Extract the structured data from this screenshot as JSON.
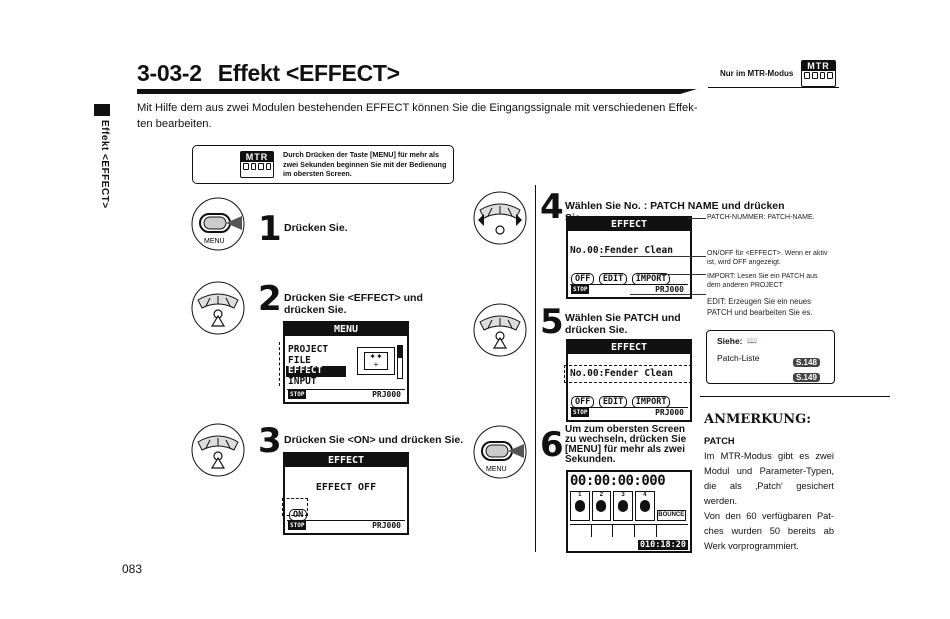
{
  "header": {
    "section_number": "3-03-2",
    "section_title": "Effekt <EFFECT>",
    "mode_label": "Nur im MTR-Modus",
    "mtr_badge": "MTR"
  },
  "sidebar": {
    "label": "Effekt <EFFECT>"
  },
  "intro": "Mit Hilfe dem aus zwei Modulen bestehenden EFFECT können Sie die Eingangssignale mit verschiedenen Effek-ten bearbeiten.",
  "note": {
    "badge": "MTR",
    "text": "Durch Drücken der Taste [MENU] für mehr als zwei Sekunden beginnen Sie mit der Bedienung im obersten Screen."
  },
  "steps": [
    {
      "number": "1",
      "text": "Drücken Sie.",
      "icon_label": "MENU"
    },
    {
      "number": "2",
      "text": "Drücken Sie <EFFECT> und drücken Sie."
    },
    {
      "number": "3",
      "text": "Drücken Sie <ON> und drücken Sie."
    },
    {
      "number": "4",
      "text": "Wählen Sie No. : PATCH NAME und drücken Sie."
    },
    {
      "number": "5",
      "text": "Wählen Sie PATCH und drücken Sie."
    },
    {
      "number": "6",
      "text": "Um zum obersten Screen zu wechseln, drücken Sie [MENU] für mehr als zwei Sekunden.",
      "icon_label": "MENU"
    }
  ],
  "screens": {
    "menu": {
      "title": "MENU",
      "items": [
        "PROJECT",
        "FILE",
        "EFFECT",
        "INPUT"
      ],
      "stop": "STOP",
      "project": "PRJ000"
    },
    "effect_off": {
      "title": "EFFECT",
      "body": "EFFECT OFF",
      "button": "ON",
      "stop": "STOP",
      "project": "PRJ000"
    },
    "effect_patch4": {
      "title": "EFFECT",
      "patch": "No.00:Fender Clean",
      "buttons": [
        "OFF",
        "EDIT",
        "IMPORT"
      ],
      "stop": "STOP",
      "project": "PRJ000"
    },
    "effect_patch5": {
      "title": "EFFECT",
      "patch": "No.00:Fender Clean",
      "buttons": [
        "OFF",
        "EDIT",
        "IMPORT"
      ],
      "stop": "STOP",
      "project": "PRJ000"
    },
    "top": {
      "counter": "00:00:00:000",
      "tracks": [
        "1",
        "2",
        "3",
        "4"
      ],
      "bounce": "BOUNCE",
      "time": "010:18:20"
    }
  },
  "annotations": {
    "patch_number": "PATCH-NUMMER: PATCH-NAME.",
    "onoff": "ON/OFF für <EFFECT>. Wenn er aktiv ist, wird OFF angezeigt.",
    "import": "IMPORT: Lesen Sie ein PATCH aus dem anderen PROJECT",
    "edit": "EDIT: Erzeugen Sie ein neues PATCH und bearbeiten Sie es."
  },
  "siehe": {
    "title": "Siehe:",
    "item": "Patch-Liste",
    "refs": [
      "S.148",
      "S.149"
    ]
  },
  "anmerkung": {
    "title": "ANMERKUNG:",
    "subtitle": "PATCH",
    "body": "Im MTR-Modus gibt es zwei Modul und Parameter-Typen, die als ‚Patch' gesichert werden.",
    "body2": "Von den 60 verfügbaren Pat-ches wurden 50 bereits ab Werk vorprogrammiert."
  },
  "page_number": "083"
}
